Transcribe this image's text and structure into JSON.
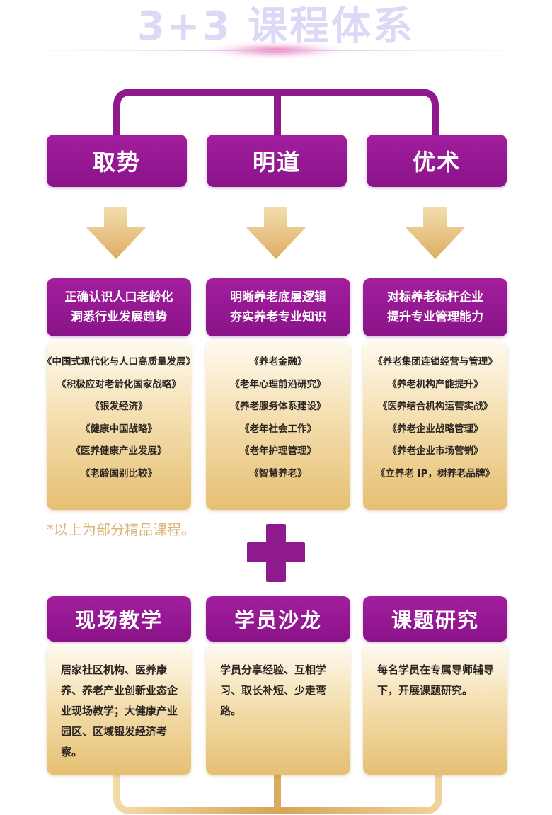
{
  "title": "3+3 课程体系",
  "pillars": [
    {
      "name": "取势",
      "goal_line1": "正确认识人口老龄化",
      "goal_line2": "洞悉行业发展趋势",
      "courses": [
        "《中国式现代化与人口高质量发展》",
        "《积极应对老龄化国家战略》",
        "《银发经济》",
        "《健康中国战略》",
        "《医养健康产业发展》",
        "《老龄国别比较》"
      ]
    },
    {
      "name": "明道",
      "goal_line1": "明晰养老底层逻辑",
      "goal_line2": "夯实养老专业知识",
      "courses": [
        "《养老金融》",
        "《老年心理前沿研究》",
        "《养老服务体系建设》",
        "《老年社会工作》",
        "《老年护理管理》",
        "《智慧养老》"
      ]
    },
    {
      "name": "优术",
      "goal_line1": "对标养老标杆企业",
      "goal_line2": "提升专业管理能力",
      "courses": [
        "《养老集团连锁经营与管理》",
        "《养老机构产能提升》",
        "《医养结合机构运营实战》",
        "《养老企业战略管理》",
        "《养老企业市场营销》",
        "《立养老 IP，树养老品牌》"
      ]
    }
  ],
  "note": "*以上为部分精品课程。",
  "activities": [
    {
      "name": "现场教学",
      "description": "居家社区机构、医养康养、养老产业创新业态企业现场教学；大健康产业园区、区域银发经济考察。"
    },
    {
      "name": "学员沙龙",
      "description": "学员分享经验、互相学习、取长补短、少走弯路。"
    },
    {
      "name": "课题研究",
      "description": "每名学员在专属导师辅导下，开展课题研究。"
    }
  ],
  "colors": {
    "purple": "#9b1b99",
    "gold": "#e6bf72",
    "title": "#dcd9f7",
    "note": "#d9b67b"
  }
}
